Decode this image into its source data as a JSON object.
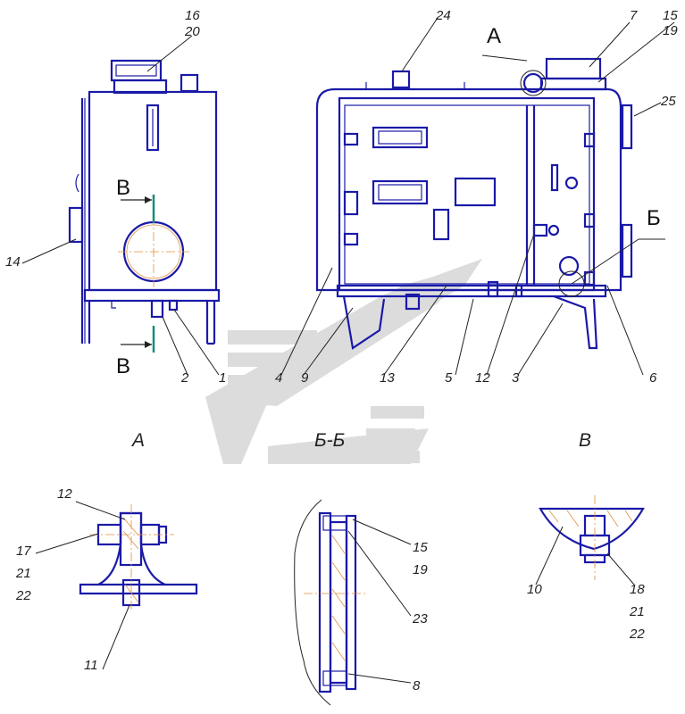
{
  "views": {
    "a": "А",
    "bb": "Б-Б",
    "v": "В"
  },
  "markers": {
    "a": "А",
    "b": "Б",
    "v_top": "В",
    "v_bottom": "В"
  },
  "callouts": {
    "c16": "16",
    "c20": "20",
    "c24": "24",
    "c7": "7",
    "c15": "15",
    "c19": "19",
    "c25": "25",
    "c14": "14",
    "c2": "2",
    "c1": "1",
    "c4": "4",
    "c9": "9",
    "c13": "13",
    "c5": "5",
    "c12": "12",
    "c3": "3",
    "c6": "6",
    "a12": "12",
    "a17": "17",
    "a21": "21",
    "a22": "22",
    "a11": "11",
    "b15": "15",
    "b19": "19",
    "b23": "23",
    "b8": "8",
    "v10": "10",
    "v18": "18",
    "v21": "21",
    "v22": "22"
  },
  "colors": {
    "outline": "#1a1aa8",
    "axis": "#e09040",
    "section_line": "#1a8a7a",
    "watermark": "#d8d8d8"
  }
}
